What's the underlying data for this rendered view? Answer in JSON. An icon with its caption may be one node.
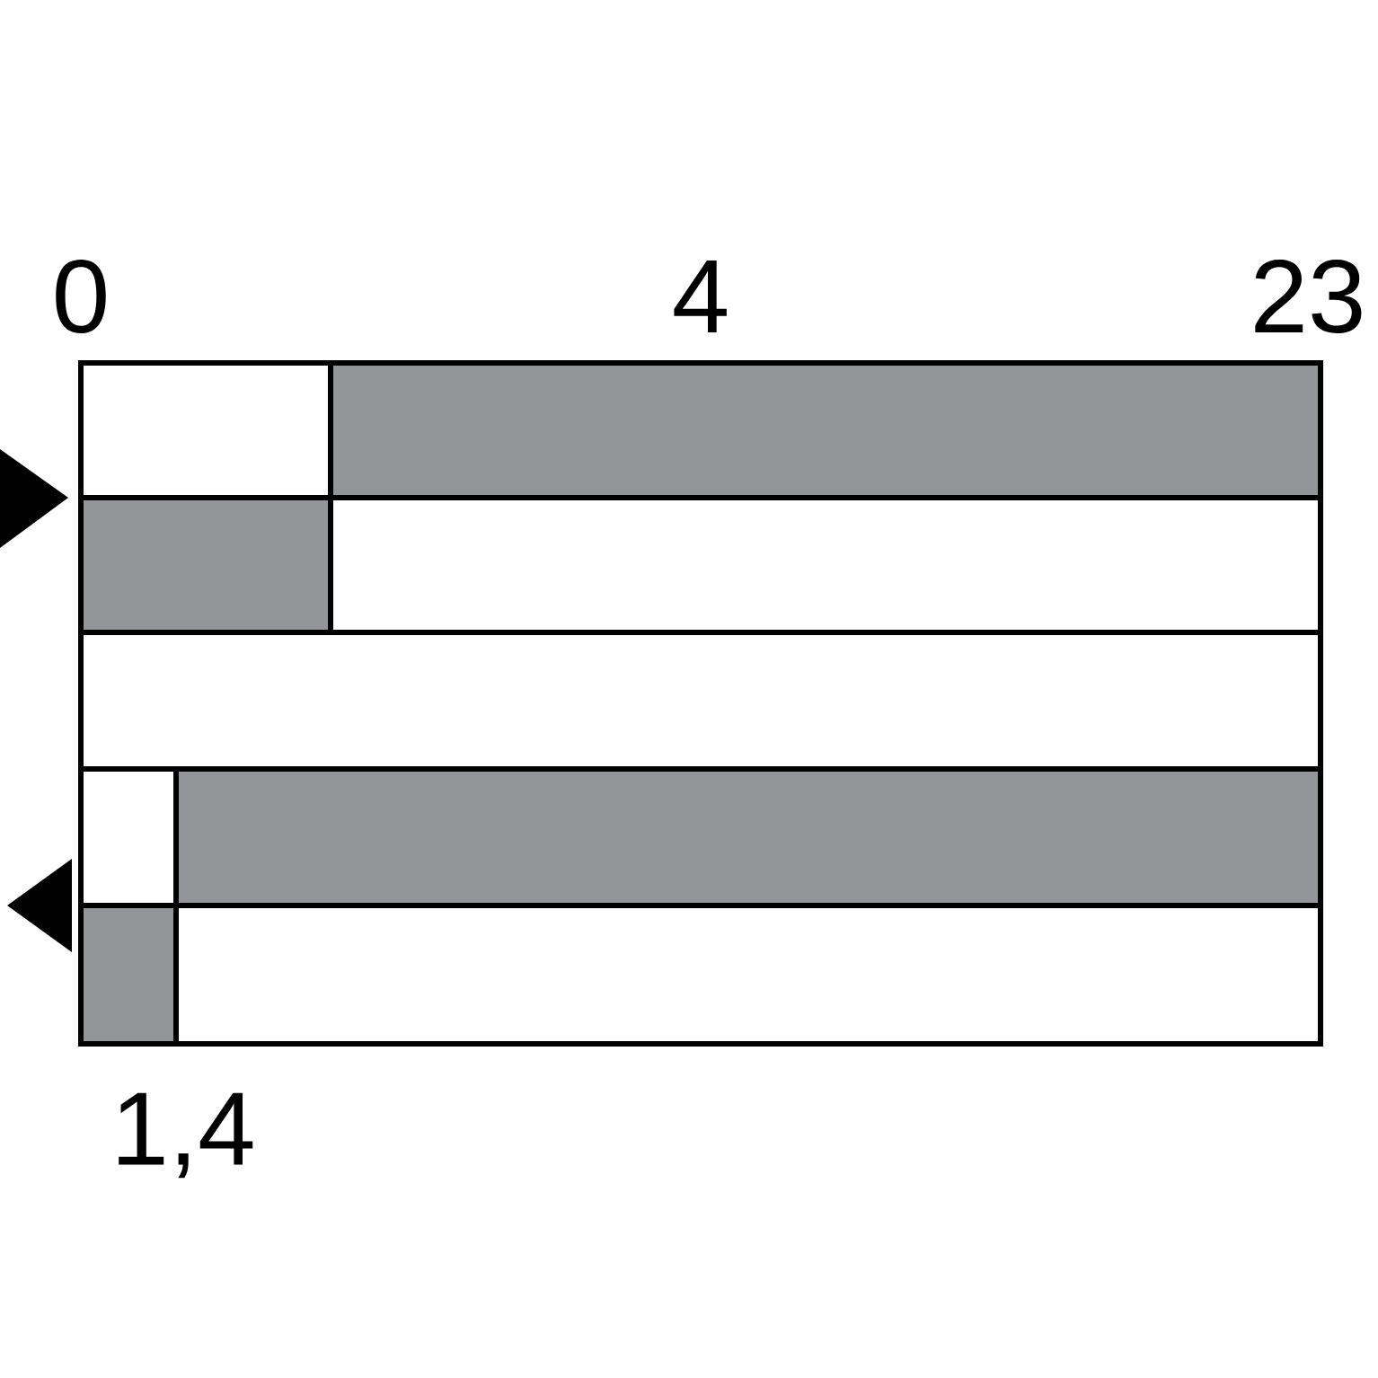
{
  "diagram": {
    "labels": [
      "0",
      "4",
      "23",
      "1,4"
    ]
  }
}
